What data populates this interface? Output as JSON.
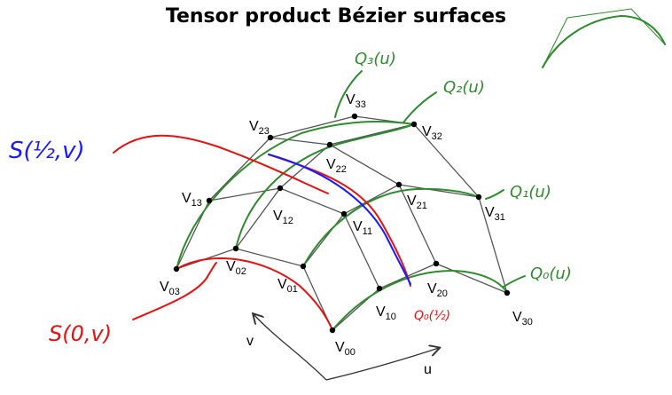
{
  "title": "Tensor product Bézier surfaces",
  "colors": {
    "net": "#555555",
    "curve_green": "#2e8b2e",
    "curve_red": "#e81010",
    "curve_blue": "#1a1aff",
    "point": "#000000"
  },
  "control_points": [
    {
      "base": "V",
      "sub": "00"
    },
    {
      "base": "V",
      "sub": "01"
    },
    {
      "base": "V",
      "sub": "02"
    },
    {
      "base": "V",
      "sub": "03"
    },
    {
      "base": "V",
      "sub": "10"
    },
    {
      "base": "V",
      "sub": "11"
    },
    {
      "base": "V",
      "sub": "12"
    },
    {
      "base": "V",
      "sub": "13"
    },
    {
      "base": "V",
      "sub": "20"
    },
    {
      "base": "V",
      "sub": "21"
    },
    {
      "base": "V",
      "sub": "22"
    },
    {
      "base": "V",
      "sub": "23"
    },
    {
      "base": "V",
      "sub": "30"
    },
    {
      "base": "V",
      "sub": "31"
    },
    {
      "base": "V",
      "sub": "32"
    },
    {
      "base": "V",
      "sub": "33"
    }
  ],
  "annotations": {
    "q3": "Q₃(u)",
    "q2": "Q₂(u)",
    "q1": "Q₁(u)",
    "q0": "Q₀(u)",
    "q0_half": "Q₀(½)",
    "s_half_v": "S(½,v)",
    "s_0_v": "S(0,v)"
  },
  "axes": {
    "u": "u",
    "v": "v"
  }
}
